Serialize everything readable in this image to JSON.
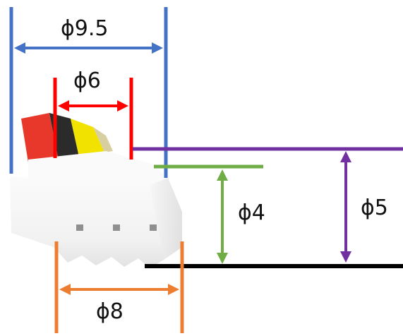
{
  "colors": {
    "blue": "#4472C4",
    "red": "#FF0000",
    "purple": "#7030A0",
    "green": "#70AD47",
    "orange": "#ED7D31",
    "black": "#000000",
    "wire_red": "#e8382b",
    "wire_black": "#2a2a2a",
    "wire_yellow": "#f2e200",
    "connector_body": "#f4f4f4"
  },
  "dimensions": {
    "top_width": "ϕ9.5",
    "pin_width": "ϕ6",
    "inner_height": "ϕ4",
    "outer_height": "ϕ5",
    "bottom_width": "ϕ8"
  }
}
